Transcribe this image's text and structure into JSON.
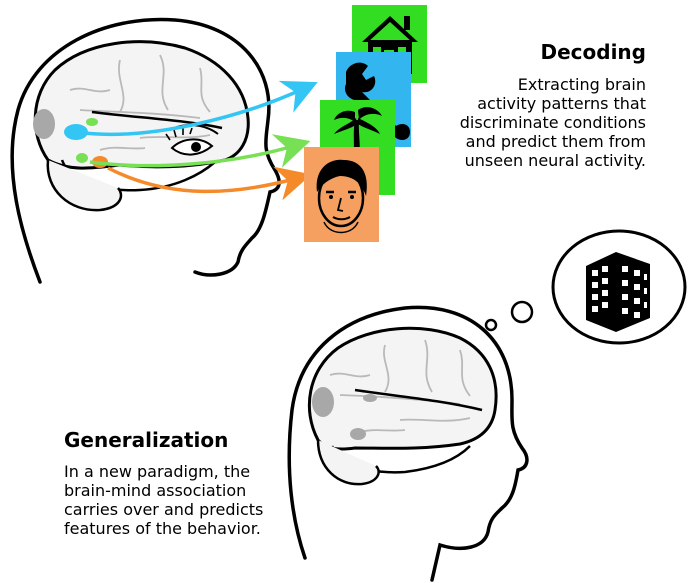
{
  "decoding": {
    "title": "Decoding",
    "lines": [
      "Extracting brain",
      "activity patterns that",
      "discriminate conditions",
      "and predict them from",
      "unseen neural activity."
    ]
  },
  "generalization": {
    "title": "Generalization",
    "lines": [
      "In a new paradigm, the",
      "brain-mind association",
      "carries over and predicts",
      "features of the behavior."
    ]
  },
  "stimuli": [
    {
      "icon": "house-icon",
      "color": "#33dd22"
    },
    {
      "icon": "wrench-icon",
      "color": "#33b5f0"
    },
    {
      "icon": "palm-tree-icon",
      "color": "#33dd22"
    },
    {
      "icon": "face-icon",
      "color": "#f5a060"
    }
  ],
  "activation_colors": {
    "cyan": "#33c6f5",
    "green": "#77e055",
    "orange": "#f58a2a",
    "gray": "#a8a8a8"
  },
  "thought_icon": "building-icon"
}
